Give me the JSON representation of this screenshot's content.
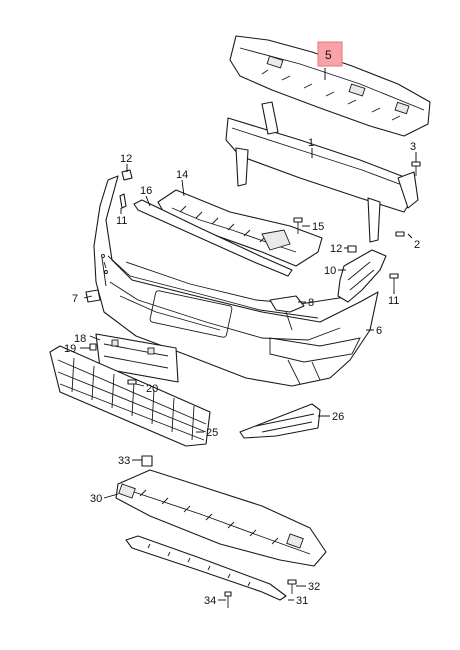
{
  "callouts": {
    "c1": "1",
    "c2": "2",
    "c3": "3",
    "c5": "5",
    "c6": "6",
    "c7": "7",
    "c8": "8",
    "c10": "10",
    "c11a": "11",
    "c11b": "11",
    "c12a": "12",
    "c12b": "12",
    "c14": "14",
    "c15": "15",
    "c16": "16",
    "c18": "18",
    "c19": "19",
    "c20": "20",
    "c25": "25",
    "c26": "26",
    "c30": "30",
    "c31": "31",
    "c32": "32",
    "c33": "33",
    "c34": "34"
  },
  "highlight": {
    "color": "#f7a3a8",
    "part": "5"
  }
}
